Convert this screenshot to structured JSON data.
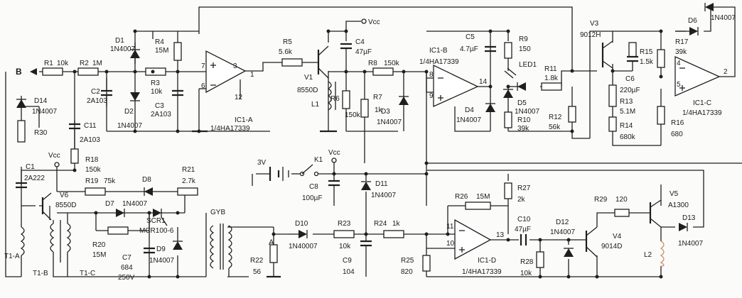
{
  "labels": {
    "B": "B",
    "A": "A",
    "vcc1": "Vcc",
    "vcc2": "Vcc",
    "vcc3": "Vcc",
    "R1": "R1",
    "R1v": "10k",
    "R2": "R2",
    "R2v": "1M",
    "D1": "D1",
    "D1v": "1N4007",
    "D2": "D2",
    "D2v": "1N4007",
    "R4": "R4",
    "R4v": "15M",
    "R3": "R3",
    "R3v": "10k",
    "C2": "C2",
    "C2v": "2A103",
    "C3": "C3",
    "C3v": "2A103",
    "IC1A": "IC1-A",
    "IC1Av": "1/4HA17339",
    "R5": "R5",
    "R5v": "5.6k",
    "V1": "V1",
    "V1v": "8550D",
    "L1": "L1",
    "C4": "C4",
    "C4v": "47µF",
    "R6": "R6",
    "R6v": "150k",
    "R7": "R7",
    "R7v": "1k",
    "R8": "R8",
    "R8v": "150k",
    "D3": "D3",
    "D3v": "1N4007",
    "C5": "C5",
    "C5v": "4.7µF",
    "IC1B": "IC1-B",
    "IC1Bv": "1/4HA17339",
    "D4": "D4",
    "D4v": "1N4007",
    "R9": "R9",
    "R9v": "150",
    "LED1": "LED1",
    "R11": "R11",
    "R11v": "1.8k",
    "D5": "D5",
    "D5v": "1N4007",
    "R10": "R10",
    "R10v": "39k",
    "R12": "R12",
    "R12v": "56k",
    "V3": "V3",
    "V3v": "9012H",
    "D6": "D6",
    "D6top": "1N4007",
    "R15": "R15",
    "R15v": "1.5k",
    "R17": "R17",
    "R17v": "39k",
    "C6": "C6",
    "C6v": "220µF",
    "R13": "R13",
    "R13v": "5.1M",
    "R14": "R14",
    "R14v": "680k",
    "R16": "R16",
    "R16v": "680",
    "IC1C": "IC1-C",
    "IC1Cv": "1/4HA17339",
    "D14": "D14",
    "D14v": "1N4007",
    "R30": "R30",
    "C11": "C11",
    "C11v": "2A103",
    "C1": "C1",
    "C1v": "2A222",
    "R18": "R18",
    "R18v": "150k",
    "R19": "R19",
    "R19v": "75k",
    "D8": "D8",
    "D7": "D7",
    "D7v": "1N4007",
    "R21": "R21",
    "R21v": "2.7k",
    "V6": "V6",
    "V6v": "8550D",
    "SCR1": "SCR1",
    "SCR1v": "MCR100-6",
    "R20": "R20",
    "R20v": "15M",
    "D9": "D9",
    "D9v": "1N4007",
    "C7": "C7",
    "C7v1": "684",
    "C7v2": "250V",
    "T1A": "T1-A",
    "T1B": "T1-B",
    "T1C": "T1-C",
    "GYB": "GYB",
    "bat": "3V",
    "K1": "K1",
    "C8": "C8",
    "C8v": "100µF",
    "D11": "D11",
    "D11v": "1N4007",
    "D10": "D10",
    "D10v": "1N40007",
    "R22": "R22",
    "R22v": "56",
    "R23": "R23",
    "R23v": "10k",
    "R24": "R24",
    "R24v": "1k",
    "C9": "C9",
    "C9v": "104",
    "R25": "R25",
    "R25v": "820",
    "R26": "R26",
    "R26v": "15M",
    "IC1D": "IC1-D",
    "IC1Dv": "1/4HA17339",
    "R27": "R27",
    "R27v": "2k",
    "C10": "C10",
    "C10v": "47µF",
    "D12": "D12",
    "D12v": "1N4007",
    "R28": "R28",
    "R28v": "10k",
    "R29": "R29",
    "R29v": "120",
    "V4": "V4",
    "V4v": "9014D",
    "V5": "V5",
    "V5v": "A1300",
    "D13": "D13",
    "D13v": "1N4007",
    "L2": "L2",
    "p7": "7",
    "p6": "6",
    "p3": "3",
    "p1": "1",
    "p12": "12",
    "p8": "8",
    "p9": "9",
    "p14": "14",
    "p4": "4",
    "p5": "5",
    "p2": "2",
    "p11": "11",
    "p10": "10",
    "p13": "13"
  }
}
